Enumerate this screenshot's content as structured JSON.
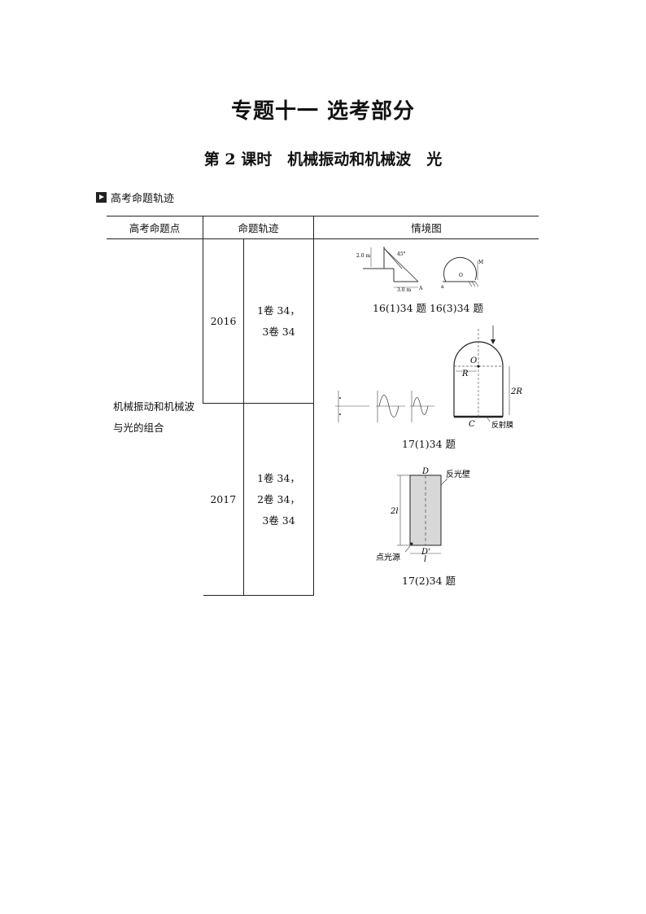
{
  "title": "专题十一  选考部分",
  "subtitle": "第 2 课时　机械振动和机械波　光",
  "section_label": "高考命题轨迹",
  "table": {
    "headers": [
      "高考命题点",
      "命题轨迹",
      "情境图"
    ],
    "topic": "机械振动和机械波与光的组合",
    "rows": [
      {
        "year": "2016",
        "tracks": [
          "1卷 34，",
          "3卷 34"
        ]
      },
      {
        "year": "2017",
        "tracks": [
          "1卷 34，",
          "2卷 34，",
          "3卷 34"
        ]
      }
    ]
  },
  "figures": {
    "captions": {
      "fig_2016": "16(1)34 题  16(3)34 题",
      "fig_2017_1": "17(1)34 题",
      "fig_2017_2": "17(2)34 题"
    },
    "labels": {
      "dim_2m": "2.0 m",
      "angle_45": "45°",
      "dim_3m": "3.0 m",
      "point_A": "A",
      "point_M": "M",
      "point_O_small": "O",
      "point_a": "a",
      "point_O": "O",
      "radius_R": "R",
      "height_2R": "2R",
      "point_C": "C",
      "reflect_film": "反射膜",
      "point_D": "D",
      "point_D_prime": "D'",
      "reflect_wall": "反光壁",
      "height_2l": "2l",
      "width_l": "l",
      "light_source": "点光源"
    }
  }
}
